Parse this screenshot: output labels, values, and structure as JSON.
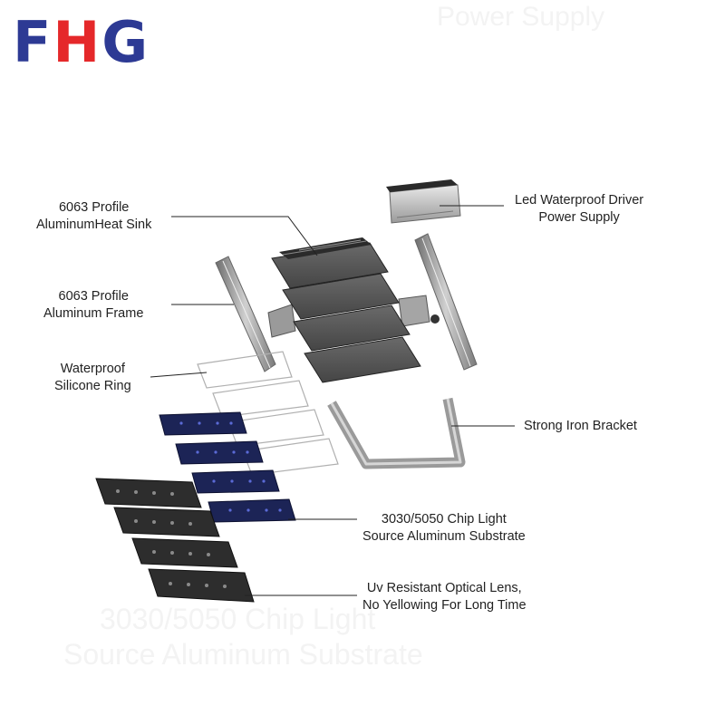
{
  "logo": {
    "letters": [
      "F",
      "H",
      "G"
    ],
    "colors": {
      "f": "#2d3a94",
      "h": "#e5282a",
      "g": "#2d3a94"
    }
  },
  "watermark": {
    "top": "Power Supply",
    "bottom_line1": "3030/5050 Chip Light",
    "bottom_line2": "Source Aluminum Substrate"
  },
  "labels": {
    "heat_sink": [
      "6063 Profile",
      "AluminumHeat Sink"
    ],
    "frame": [
      "6063 Profile",
      "Aluminum Frame"
    ],
    "ring": [
      "Waterproof",
      "Silicone Ring"
    ],
    "driver": [
      "Led Waterproof Driver",
      "Power Supply"
    ],
    "bracket": [
      "Strong Iron Bracket"
    ],
    "chip": [
      "3030/5050 Chip Light",
      "Source Aluminum Substrate"
    ],
    "lens": [
      "Uv Resistant Optical Lens,",
      "No Yellowing For Long Time"
    ]
  },
  "colors": {
    "line": "#222222",
    "metal": "#8c8c8c",
    "dark_metal": "#3a3a3a",
    "chip_blue": "#1c2456",
    "led_dot": "#5b6bd6"
  }
}
